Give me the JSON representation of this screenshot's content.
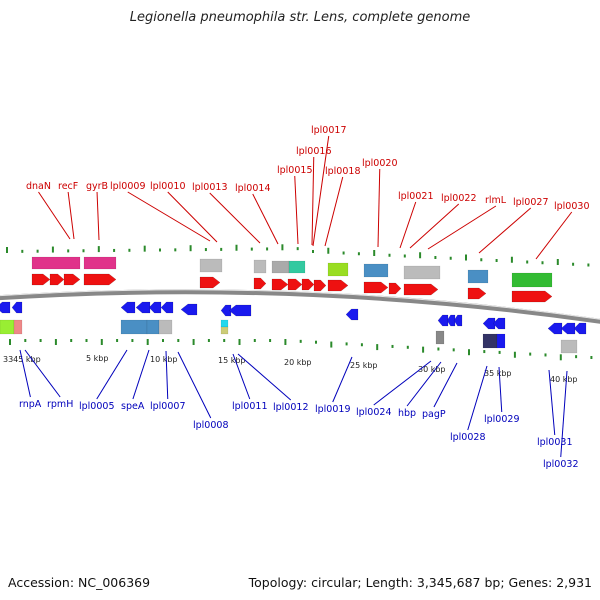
{
  "title": "Legionella pneumophila str. Lens, complete genome",
  "footer": {
    "accession": "Accession: NC_006369",
    "topology": "Topology: circular; Length: 3,345,687 bp; Genes: 2,931"
  },
  "colors": {
    "top_label": "#cc0000",
    "bottom_label": "#0000bb",
    "forward_gene": "#ee1111",
    "reverse_gene": "#1a1aee",
    "ruler_tick": "#2b8a2b",
    "backbone": "#888888"
  },
  "ruler_labels": [
    "3345 kbp",
    "5 kbp",
    "10 kbp",
    "15 kbp",
    "20 kbp",
    "25 kbp",
    "30 kbp",
    "35 kbp",
    "40 kbp"
  ],
  "top_labels": [
    "dnaN",
    "recF",
    "gyrB",
    "lpl0009",
    "lpl0010",
    "lpl0013",
    "lpl0014",
    "lpl0015",
    "lpl0016",
    "lpl0017",
    "lpl0018",
    "lpl0020",
    "lpl0021",
    "lpl0022",
    "rlmL",
    "lpl0027",
    "lpl0030"
  ],
  "bottom_labels": [
    "rnpA",
    "rpmH",
    "lpl0005",
    "speA",
    "lpl0007",
    "lpl0008",
    "lpl0011",
    "lpl0012",
    "lpl0019",
    "lpl0024",
    "hbp",
    "pagP",
    "lpl0028",
    "lpl0029",
    "lpl0031",
    "lpl0032"
  ]
}
